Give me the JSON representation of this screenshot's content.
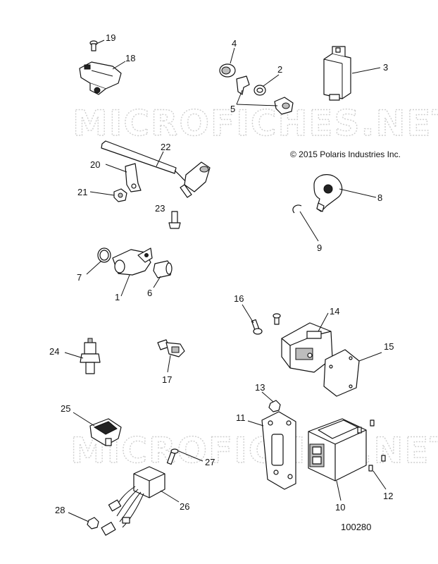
{
  "diagram": {
    "copyright": "© 2015 Polaris Industries Inc.",
    "watermark": "MICROFICHES.NET",
    "figure_number": "100280",
    "callouts": {
      "c1": "1",
      "c2": "2",
      "c3": "3",
      "c4": "4",
      "c5": "5",
      "c6": "6",
      "c7": "7",
      "c8": "8",
      "c9": "9",
      "c10": "10",
      "c11": "11",
      "c12": "12",
      "c13": "13",
      "c14": "14",
      "c15": "15",
      "c16": "16",
      "c17": "17",
      "c18": "18",
      "c19": "19",
      "c20": "20",
      "c21": "21",
      "c22": "22",
      "c23": "23",
      "c24": "24",
      "c25": "25",
      "c26": "26",
      "c27": "27",
      "c28": "28"
    }
  }
}
